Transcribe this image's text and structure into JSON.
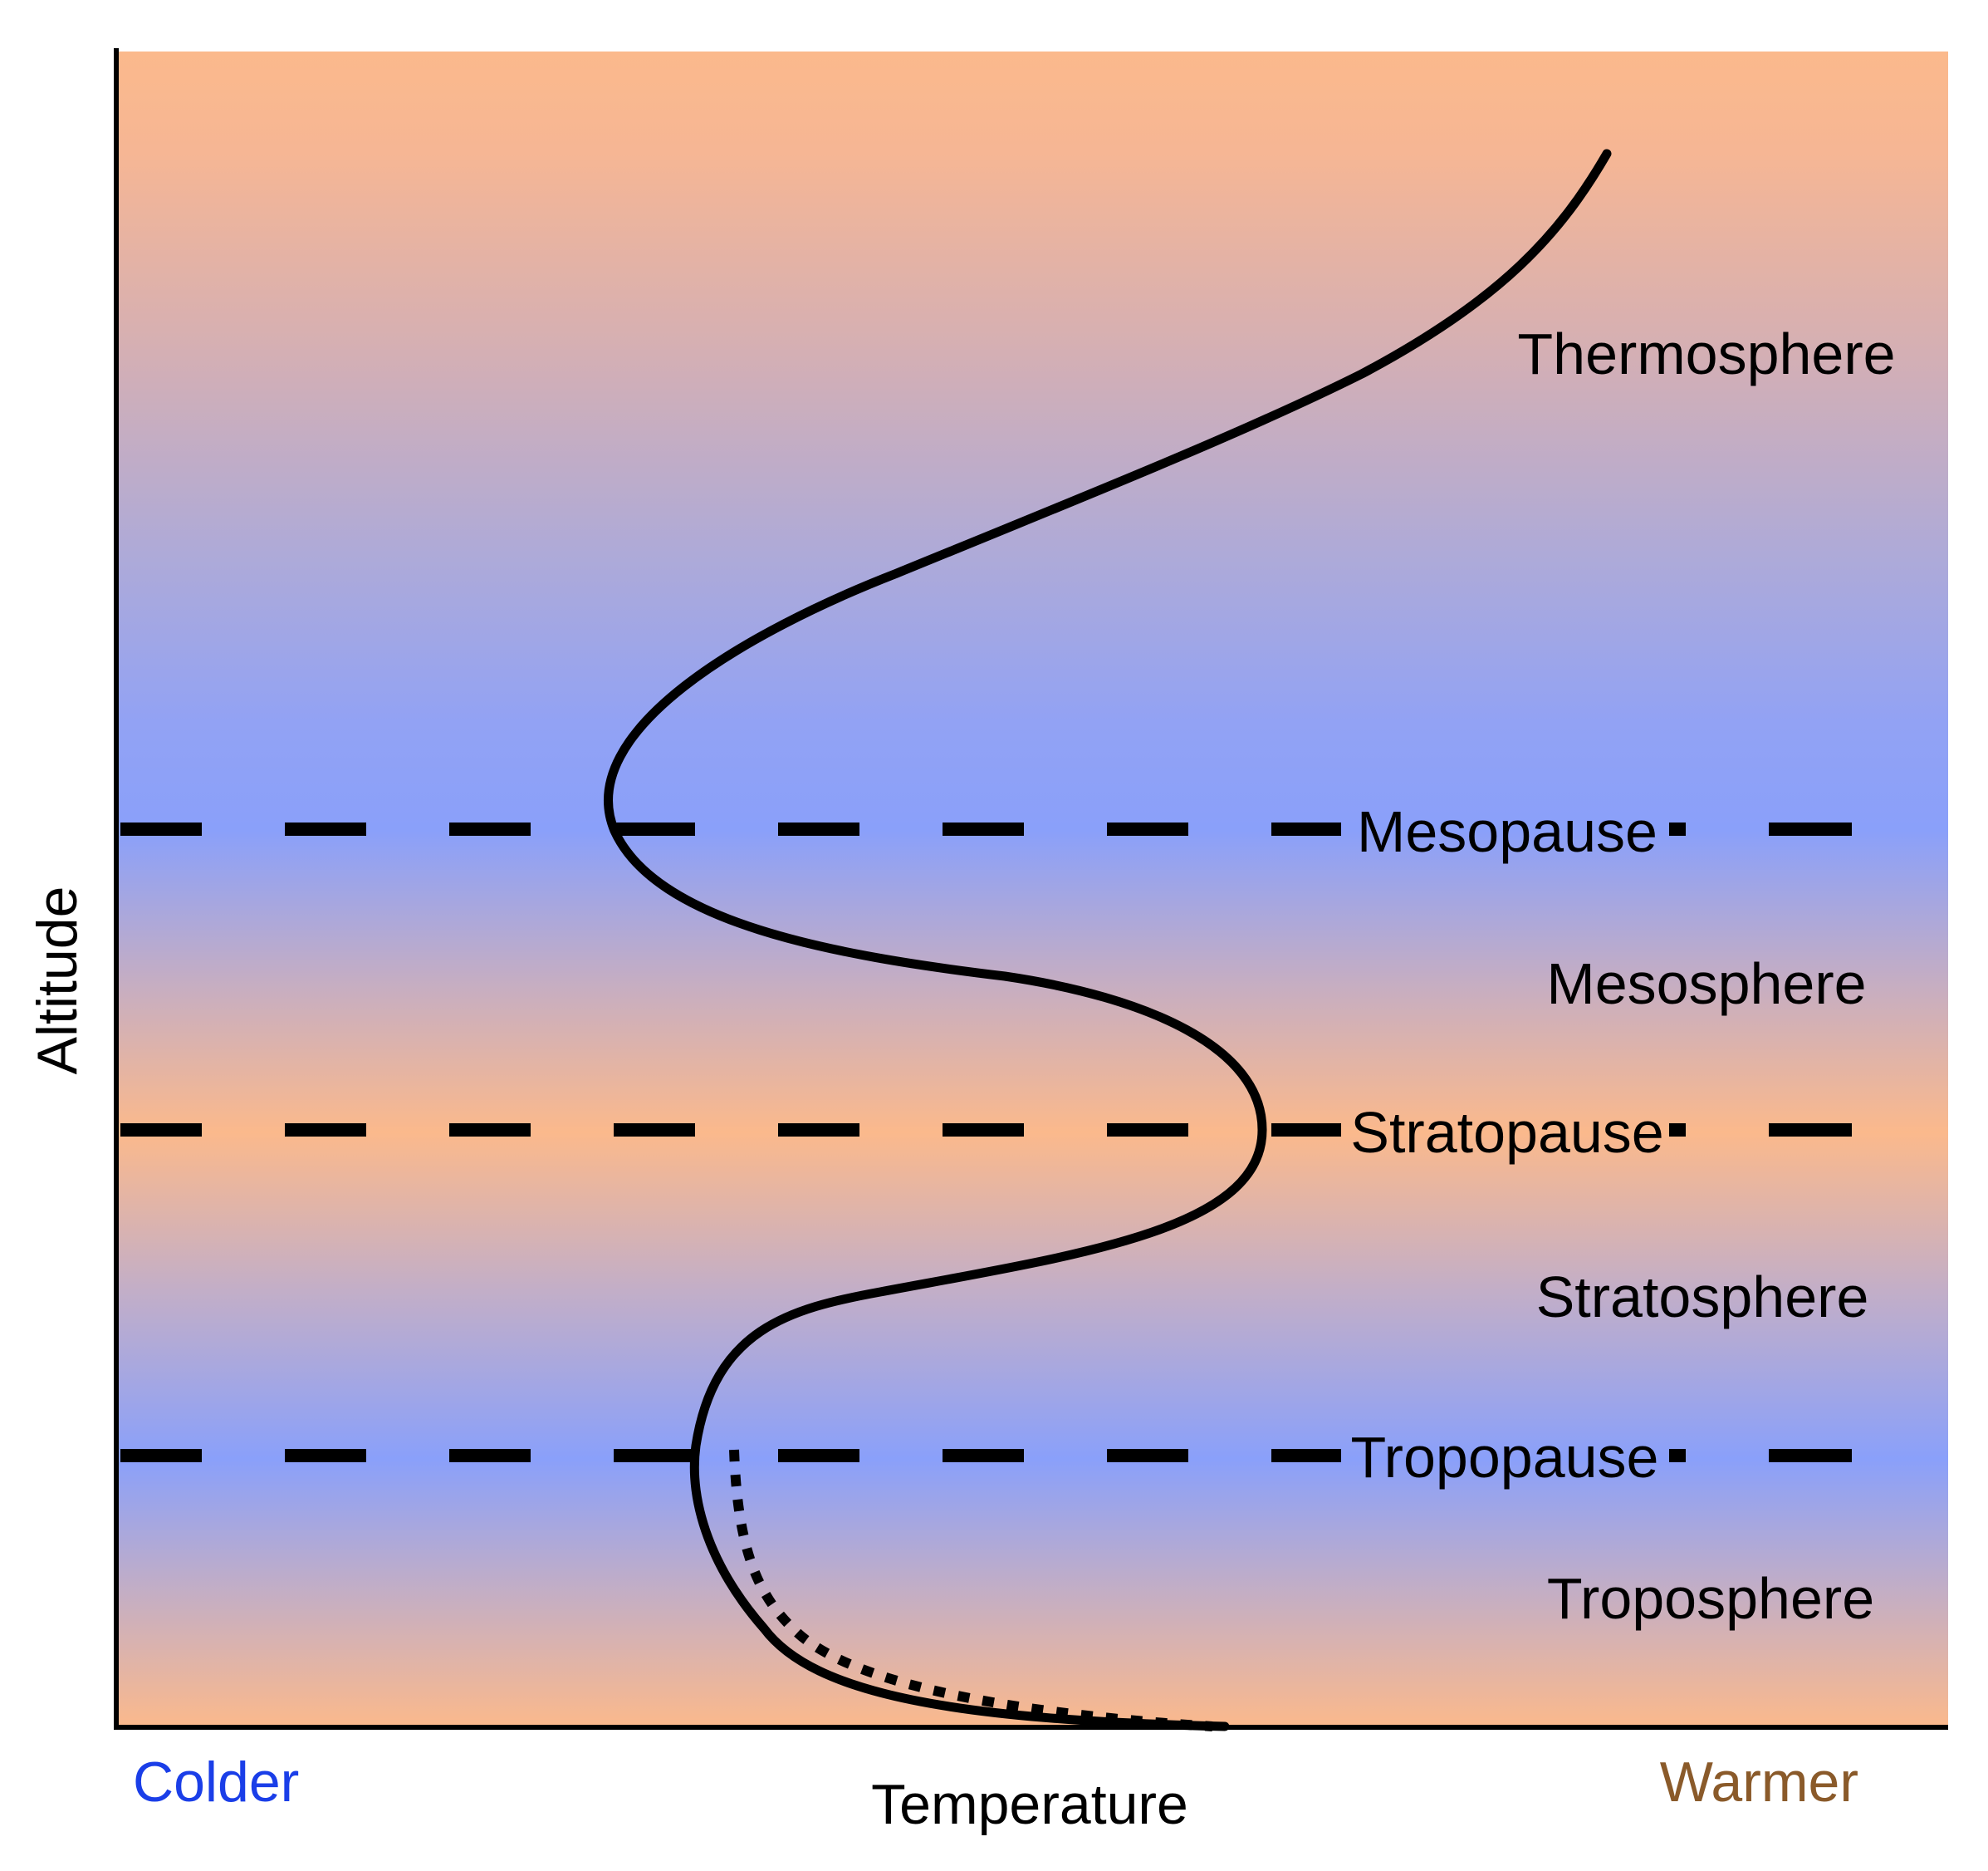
{
  "axes": {
    "y_label": "Altitude",
    "x_label": "Temperature",
    "x_low_label": "Colder",
    "x_high_label": "Warmer"
  },
  "layers": [
    {
      "name": "Thermosphere"
    },
    {
      "name": "Mesosphere"
    },
    {
      "name": "Stratosphere"
    },
    {
      "name": "Troposphere"
    }
  ],
  "boundaries": [
    {
      "name": "Mesopause"
    },
    {
      "name": "Stratopause"
    },
    {
      "name": "Tropopause"
    }
  ],
  "colors": {
    "warm": "#fbb98c",
    "cold": "#8aa0fa",
    "curve": "#000000",
    "colder_text": "#1a3ee8",
    "warmer_text": "#8a5a2a"
  }
}
